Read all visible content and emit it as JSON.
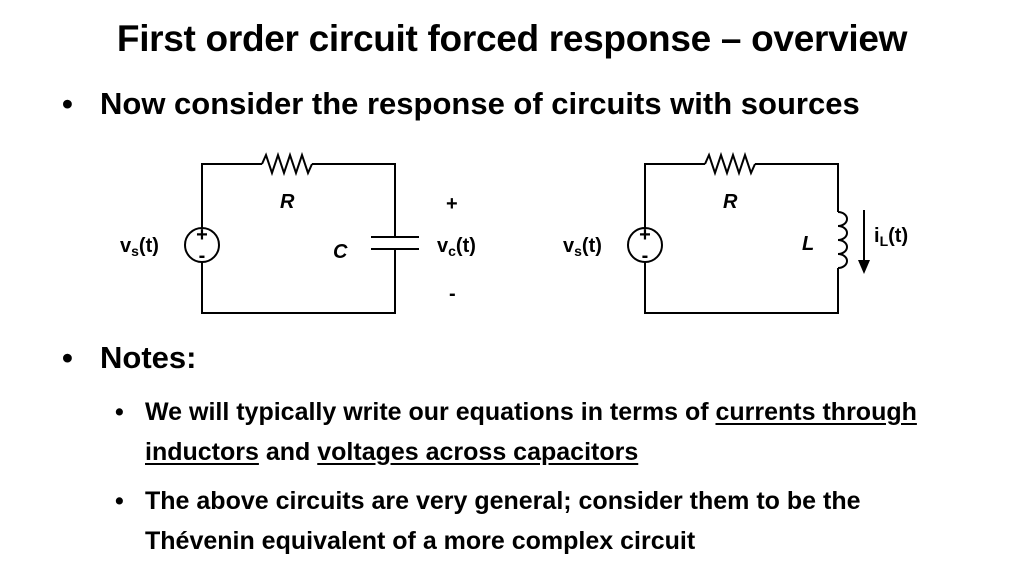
{
  "slide": {
    "title": "First order circuit forced response – overview",
    "bullets": [
      {
        "text": "Now consider the response of circuits with sources"
      },
      {
        "text": "Notes:"
      }
    ],
    "subbullets": [
      {
        "parts": [
          "We will typically write our equations in terms of ",
          "currents through inductors",
          " and ",
          "voltages across capacitors"
        ]
      },
      {
        "text": "The above circuits are very general; consider them to be the Thévenin equivalent of a more complex circuit"
      }
    ]
  },
  "circuit_rc": {
    "source_label": "vs(t)",
    "source_plus": "+",
    "source_minus": "-",
    "resistor_label": "R",
    "capacitor_label": "C",
    "voltage_label": "vc(t)",
    "plus_sign": "+",
    "minus_sign": "-"
  },
  "circuit_rl": {
    "source_label": "vs(t)",
    "source_plus": "+",
    "source_minus": "-",
    "resistor_label": "R",
    "inductor_label": "L",
    "current_label": "iL(t)"
  }
}
